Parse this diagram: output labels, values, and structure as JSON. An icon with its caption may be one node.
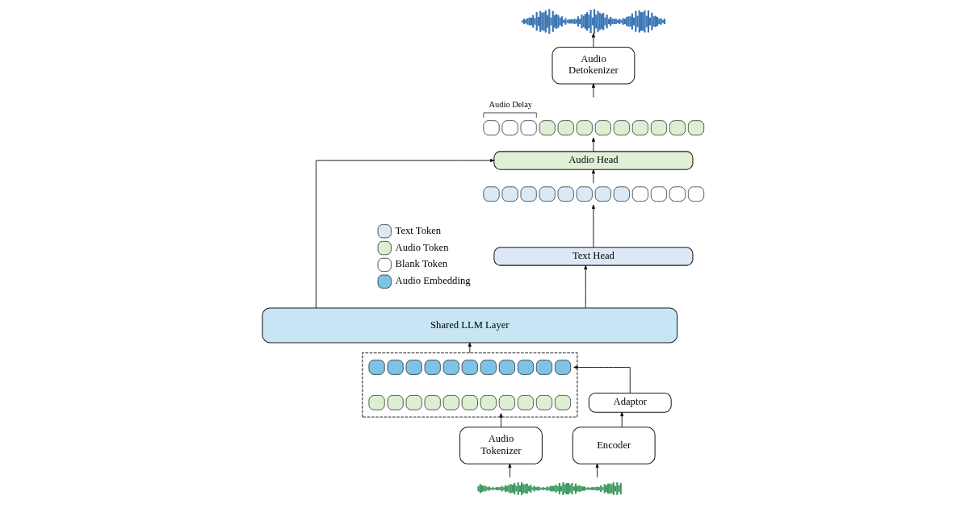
{
  "diagram": {
    "nodes": [
      {
        "text": [],
        "shape": "picture"
      },
      {
        "text": [
          "Audio Detokenizer"
        ]
      },
      {
        "text": [],
        "shape": "bar",
        "beside": [
          "Audio Delay"
        ]
      },
      {
        "text": [
          "Audio Head"
        ]
      },
      {
        "text": [],
        "shape": "bar"
      },
      {
        "text": [
          "Text Head"
        ]
      },
      {
        "text": [
          "Shared LLM Layer"
        ]
      },
      {
        "text": [],
        "shape": "box"
      },
      {
        "text": [],
        "shape": "bar",
        "in": 7
      },
      {
        "text": [],
        "shape": "bar",
        "in": 7
      },
      {
        "text": [
          "Adaptor"
        ]
      },
      {
        "text": [
          "Audio Tokenizer"
        ]
      },
      {
        "text": [
          "Encoder"
        ]
      },
      {
        "text": [],
        "shape": "picture"
      }
    ],
    "edges": [
      {
        "from": 13,
        "to": 11,
        "arrow": "to"
      },
      {
        "from": 13,
        "to": 12,
        "arrow": "to"
      },
      {
        "from": 12,
        "to": 10,
        "arrow": "to"
      },
      {
        "from": 10,
        "to": 8,
        "arrow": "to"
      },
      {
        "from": 11,
        "to": 9,
        "arrow": "to"
      },
      {
        "from": 7,
        "to": 6,
        "arrow": "to"
      },
      {
        "from": 6,
        "to": 5,
        "arrow": "to"
      },
      {
        "from": 6,
        "to": 3,
        "arrow": "to"
      },
      {
        "from": 5,
        "to": 4,
        "arrow": "to"
      },
      {
        "from": 4,
        "to": 3,
        "arrow": "to"
      },
      {
        "from": 3,
        "to": 2,
        "arrow": "to"
      },
      {
        "from": 2,
        "to": 1,
        "arrow": "to"
      },
      {
        "from": 1,
        "to": 0,
        "arrow": "to"
      }
    ],
    "legend": [
      {
        "text": "Text Token",
        "color": "#dbe9f7"
      },
      {
        "text": "Audio Token",
        "color": "#dcefd2"
      },
      {
        "text": "Blank Token",
        "color": "#ffffff"
      },
      {
        "text": "Audio Embedding",
        "color": "#7ec3e6"
      }
    ]
  }
}
